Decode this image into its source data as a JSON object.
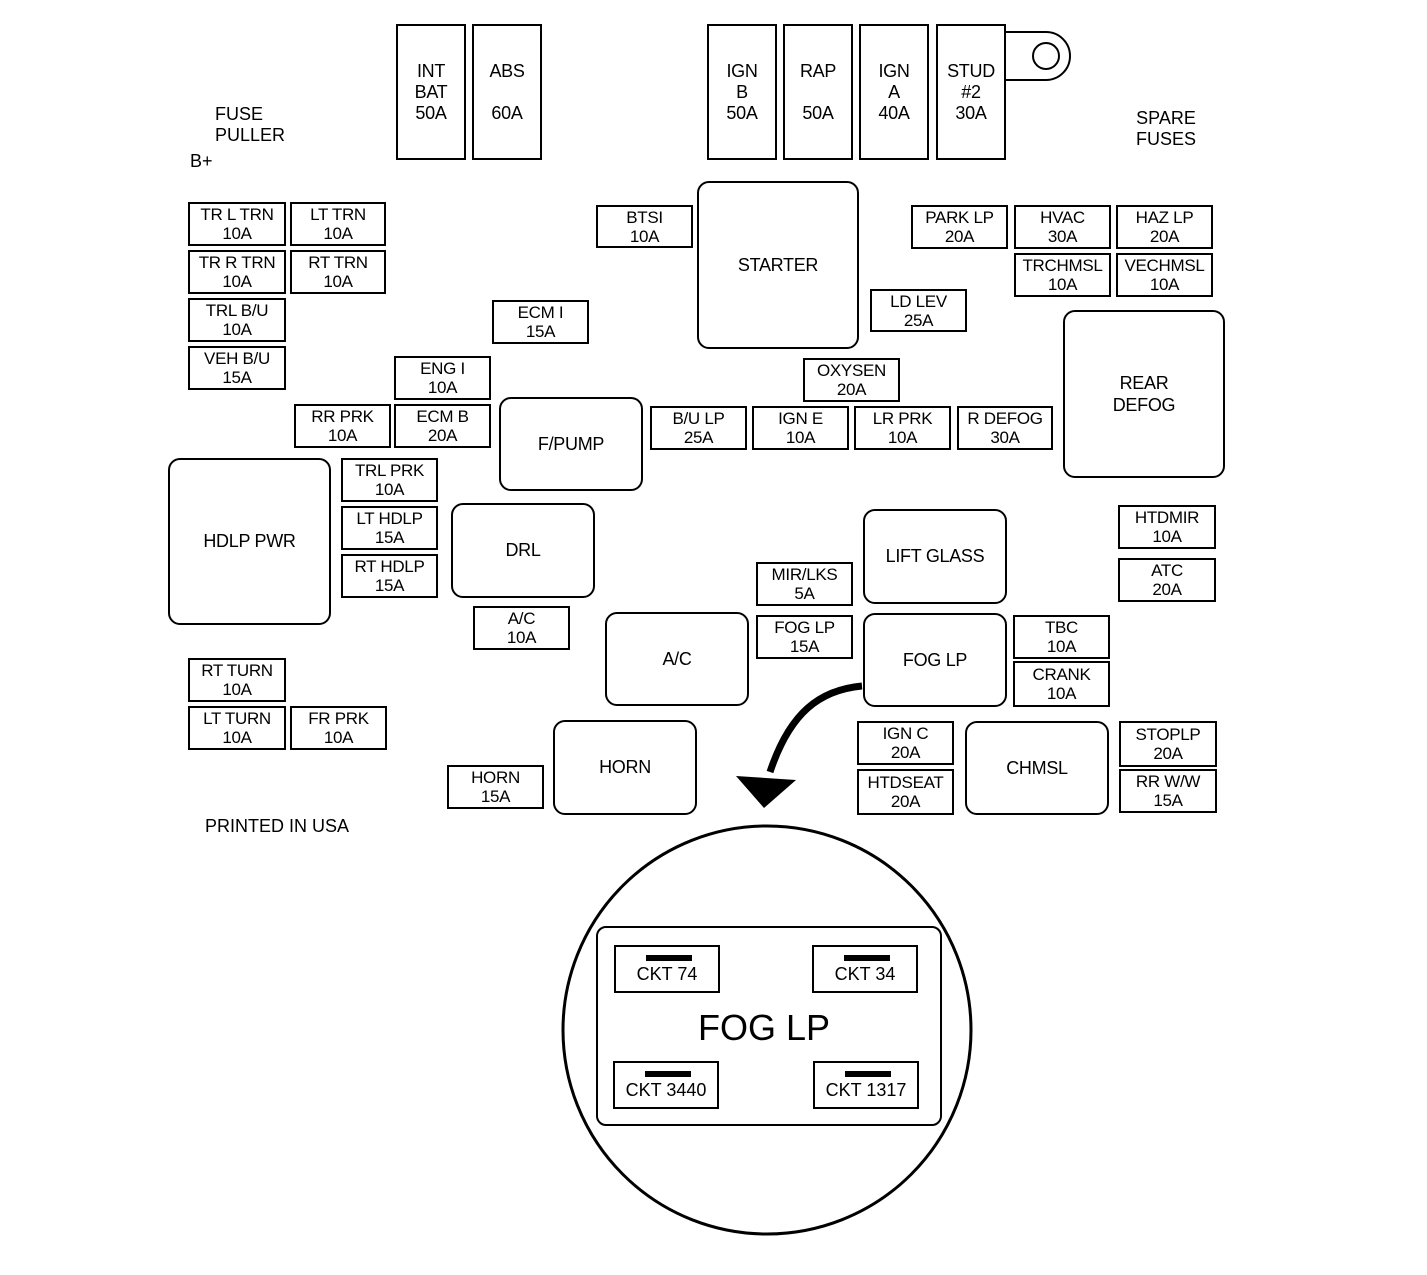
{
  "labels": {
    "fuse_puller": [
      "FUSE",
      "PULLER"
    ],
    "b_plus": "B+",
    "spare_fuses": [
      "SPARE",
      "FUSES"
    ],
    "printed": "PRINTED IN USA"
  },
  "maxi_fuses": [
    {
      "id": "int-bat",
      "lines": [
        "INT",
        "BAT",
        "50A"
      ]
    },
    {
      "id": "abs",
      "lines": [
        "ABS",
        "",
        "60A"
      ]
    },
    {
      "id": "ign-b",
      "lines": [
        "IGN",
        "B",
        "50A"
      ]
    },
    {
      "id": "rap",
      "lines": [
        "RAP",
        "",
        "50A"
      ]
    },
    {
      "id": "ign-a",
      "lines": [
        "IGN",
        "A",
        "40A"
      ]
    },
    {
      "id": "stud-2",
      "lines": [
        "STUD",
        "#2",
        "30A"
      ]
    }
  ],
  "fuses": [
    {
      "id": "tr-l-trn",
      "lines": [
        "TR L TRN",
        "10A"
      ]
    },
    {
      "id": "lt-trn",
      "lines": [
        "LT TRN",
        "10A"
      ]
    },
    {
      "id": "tr-r-trn",
      "lines": [
        "TR R TRN",
        "10A"
      ]
    },
    {
      "id": "rt-trn",
      "lines": [
        "RT TRN",
        "10A"
      ]
    },
    {
      "id": "trl-bu",
      "lines": [
        "TRL B/U",
        "10A"
      ]
    },
    {
      "id": "veh-bu",
      "lines": [
        "VEH B/U",
        "15A"
      ]
    },
    {
      "id": "btsi",
      "lines": [
        "BTSI",
        "10A"
      ]
    },
    {
      "id": "ecm-i",
      "lines": [
        "ECM I",
        "15A"
      ]
    },
    {
      "id": "eng-i",
      "lines": [
        "ENG I",
        "10A"
      ]
    },
    {
      "id": "rr-prk",
      "lines": [
        "RR PRK",
        "10A"
      ]
    },
    {
      "id": "ecm-b",
      "lines": [
        "ECM B",
        "20A"
      ]
    },
    {
      "id": "trl-prk",
      "lines": [
        "TRL PRK",
        "10A"
      ]
    },
    {
      "id": "lt-hdlp",
      "lines": [
        "LT HDLP",
        "15A"
      ]
    },
    {
      "id": "rt-hdlp",
      "lines": [
        "RT HDLP",
        "15A"
      ]
    },
    {
      "id": "ac-fuse",
      "lines": [
        "A/C",
        "10A"
      ]
    },
    {
      "id": "rt-turn",
      "lines": [
        "RT TURN",
        "10A"
      ]
    },
    {
      "id": "lt-turn",
      "lines": [
        "LT TURN",
        "10A"
      ]
    },
    {
      "id": "fr-prk",
      "lines": [
        "FR PRK",
        "10A"
      ]
    },
    {
      "id": "horn-fuse",
      "lines": [
        "HORN",
        "15A"
      ]
    },
    {
      "id": "park-lp",
      "lines": [
        "PARK LP",
        "20A"
      ]
    },
    {
      "id": "hvac",
      "lines": [
        "HVAC",
        "30A"
      ]
    },
    {
      "id": "haz-lp",
      "lines": [
        "HAZ LP",
        "20A"
      ]
    },
    {
      "id": "trchmsl",
      "lines": [
        "TRCHMSL",
        "10A"
      ]
    },
    {
      "id": "vechmsl",
      "lines": [
        "VECHMSL",
        "10A"
      ]
    },
    {
      "id": "ld-lev",
      "lines": [
        "LD LEV",
        "25A"
      ]
    },
    {
      "id": "oxysen",
      "lines": [
        "OXYSEN",
        "20A"
      ]
    },
    {
      "id": "bu-lp",
      "lines": [
        "B/U LP",
        "25A"
      ]
    },
    {
      "id": "ign-e",
      "lines": [
        "IGN E",
        "10A"
      ]
    },
    {
      "id": "lr-prk",
      "lines": [
        "LR PRK",
        "10A"
      ]
    },
    {
      "id": "r-defog",
      "lines": [
        "R DEFOG",
        "30A"
      ]
    },
    {
      "id": "htdmir",
      "lines": [
        "HTDMIR",
        "10A"
      ]
    },
    {
      "id": "atc",
      "lines": [
        "ATC",
        "20A"
      ]
    },
    {
      "id": "mir-lks",
      "lines": [
        "MIR/LKS",
        "5A"
      ]
    },
    {
      "id": "fog-lp-fuse",
      "lines": [
        "FOG LP",
        "15A"
      ]
    },
    {
      "id": "tbc",
      "lines": [
        "TBC",
        "10A"
      ]
    },
    {
      "id": "crank",
      "lines": [
        "CRANK",
        "10A"
      ]
    },
    {
      "id": "ign-c",
      "lines": [
        "IGN C",
        "20A"
      ]
    },
    {
      "id": "htdseat",
      "lines": [
        "HTDSEAT",
        "20A"
      ]
    },
    {
      "id": "stoplp",
      "lines": [
        "STOPLP",
        "20A"
      ]
    },
    {
      "id": "rr-ww",
      "lines": [
        "RR W/W",
        "15A"
      ]
    }
  ],
  "relays": [
    {
      "id": "starter",
      "lines": [
        "STARTER"
      ]
    },
    {
      "id": "rear-defog",
      "lines": [
        "REAR",
        "DEFOG"
      ]
    },
    {
      "id": "f-pump",
      "lines": [
        "F/PUMP"
      ]
    },
    {
      "id": "hdlp-pwr",
      "lines": [
        "HDLP PWR"
      ]
    },
    {
      "id": "drl",
      "lines": [
        "DRL"
      ]
    },
    {
      "id": "lift-glass",
      "lines": [
        "LIFT GLASS"
      ]
    },
    {
      "id": "ac-relay",
      "lines": [
        "A/C"
      ]
    },
    {
      "id": "fog-lp-relay",
      "lines": [
        "FOG LP"
      ]
    },
    {
      "id": "horn-relay",
      "lines": [
        "HORN"
      ]
    },
    {
      "id": "chmsl",
      "lines": [
        "CHMSL"
      ]
    }
  ],
  "inset": {
    "title": "FOG LP",
    "circuits": [
      "CKT 74",
      "CKT 34",
      "CKT 3440",
      "CKT 1317"
    ]
  }
}
